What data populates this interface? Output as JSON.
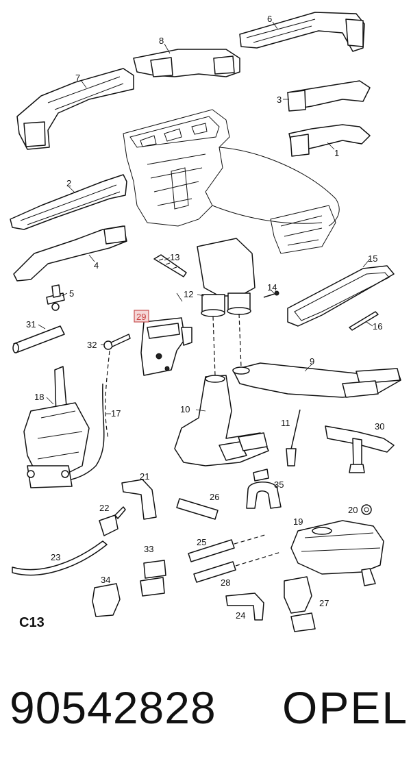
{
  "diagram_code": "C13",
  "part_number": "90542828",
  "brand": "OPEL",
  "highlighted_part": "29",
  "callouts": {
    "c1": "1",
    "c2": "2",
    "c3": "3",
    "c4": "4",
    "c5": "5",
    "c6": "6",
    "c7": "7",
    "c8": "8",
    "c9": "9",
    "c10": "10",
    "c11": "11",
    "c12": "12",
    "c13": "13",
    "c14": "14",
    "c15": "15",
    "c16": "16",
    "c17": "17",
    "c18": "18",
    "c19": "19",
    "c20": "20",
    "c21": "21",
    "c22": "22",
    "c23": "23",
    "c24": "24",
    "c25": "25",
    "c26": "26",
    "c27": "27",
    "c28": "28",
    "c29": "29",
    "c30": "30",
    "c31": "31",
    "c32": "32",
    "c33": "33",
    "c34": "34",
    "c35": "35"
  }
}
